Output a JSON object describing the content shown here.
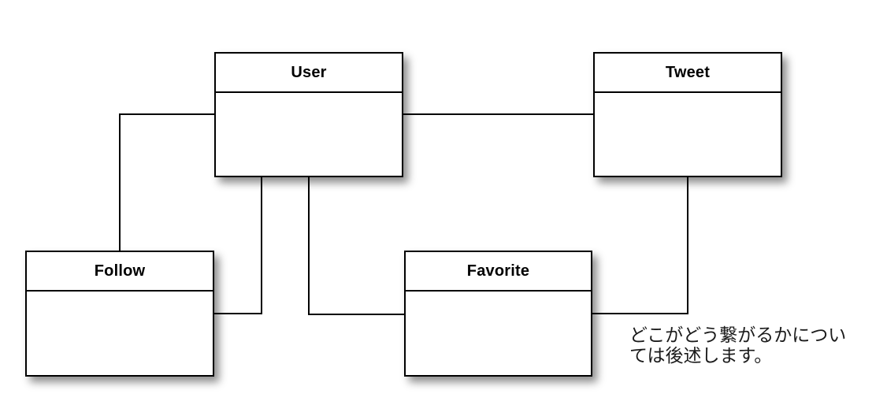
{
  "diagram": {
    "kind": "entity-relationship-diagram",
    "background_color": "#ffffff",
    "stroke_color": "#000000",
    "entity_fill_color": "#ffffff",
    "title_text_color": "#000000",
    "annotation_text_color": "#1b1b1b"
  },
  "entities": {
    "user": {
      "title": "User"
    },
    "tweet": {
      "title": "Tweet"
    },
    "follow": {
      "title": "Follow"
    },
    "favorite": {
      "title": "Favorite"
    }
  },
  "connections": [
    {
      "from": "User",
      "from_side": "left",
      "to": "Follow",
      "to_side": "top"
    },
    {
      "from": "User",
      "from_side": "right",
      "to": "Tweet",
      "to_side": "left"
    },
    {
      "from": "User",
      "from_side": "bottom",
      "to": "Follow",
      "to_side": "right"
    },
    {
      "from": "User",
      "from_side": "bottom",
      "to": "Favorite",
      "to_side": "left"
    },
    {
      "from": "Tweet",
      "from_side": "bottom",
      "to": "Favorite",
      "to_side": "right"
    }
  ],
  "annotation": {
    "text": "どこがどう繋がるかについては後述します。",
    "lines": [
      "どこがどう繋がるかについ",
      "ては後述します。"
    ]
  }
}
